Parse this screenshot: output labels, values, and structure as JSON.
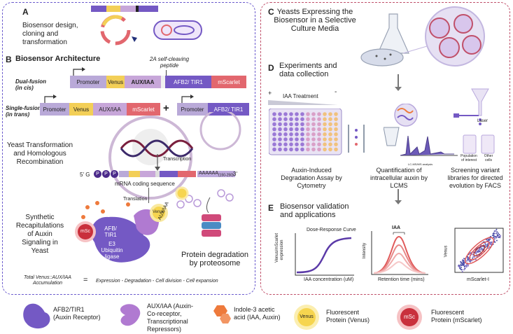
{
  "panel_a": {
    "letter": "A",
    "text": [
      "Biosensor design,",
      "cloning and",
      "transformation"
    ]
  },
  "panel_b": {
    "letter": "B",
    "title": "Biosensor Architecture",
    "peptide_note": [
      "2A self-cleaving",
      "peptide"
    ],
    "dual_label": [
      "Dual-fusion",
      "(in cis)"
    ],
    "single_label": [
      "Single-fusion",
      "(in trans)"
    ],
    "dual_segments": [
      "Promoter",
      "Venus",
      "AUX/IAA",
      "AFB2/ TIR1",
      "mScarlet"
    ],
    "single_segments_left": [
      "Promoter",
      "Venus",
      "AUX/IAA",
      "mScarlet"
    ],
    "plus": "+",
    "single_segments_right": [
      "Promoter",
      "AFB2/ TIR1"
    ],
    "yeast_transformation": [
      "Yeast Transformation",
      "and Homologous",
      "Recombination"
    ],
    "transcription": "Transcription",
    "five_prime": "5' G",
    "ppp": [
      "P",
      "P",
      "P"
    ],
    "poly_a": "AAAAAA",
    "poly_a_sub": "(150-250)",
    "three_prime": "3'",
    "mrna": "mRNA coding sequence",
    "translation": "Translation",
    "venus_tag": "Venus",
    "aux_iaa_tag": "AUX/IAA",
    "afb_label": [
      "AFB/",
      "TIR1"
    ],
    "e3_label": [
      "E3",
      "Ubiquitin",
      "ligase"
    ],
    "msc_tag": "mSc",
    "synthetic": [
      "Synthetic",
      "Recapitulations",
      "of Auxin",
      "Signaling in",
      "Yeast"
    ],
    "protein_degradation": [
      "Protein degradation",
      "by proteosome"
    ],
    "equation_left": [
      "Total Venus::AUX/IAA",
      "Accumulation"
    ],
    "equation_eq": "=",
    "equation_right": "Expression - Degradation - Cell division - Cell expansion"
  },
  "panel_c": {
    "letter": "C",
    "title": [
      "Yeasts  Expressing the",
      "Biosensor in a Selective",
      "Culture Media"
    ]
  },
  "panel_d": {
    "letter": "D",
    "title": [
      "Experiments and",
      "data collection"
    ],
    "plus": "+",
    "iaa_treatment": "IAA Treatment",
    "minus": "-",
    "lcms_small": "LC-MS/MS analysis",
    "laser": "Laser",
    "population": [
      "Population",
      "of interest"
    ],
    "other_cells": [
      "Other",
      "cells"
    ],
    "captions": [
      [
        "Auxin-Induced",
        "Degradation Assay by",
        "Cytometry"
      ],
      [
        "Quantification of",
        "intracellular auxin by",
        "LCMS"
      ],
      [
        "Screening variant",
        "libraries for directed",
        "evolution by FACS"
      ]
    ]
  },
  "panel_e": {
    "letter": "E",
    "title": [
      "Biosensor validation",
      "and applications"
    ],
    "dose_title": "Dose-Response Curve",
    "dose_ylabel": [
      "Venus/mScarlet",
      "expression"
    ],
    "dose_xlabel": "IAA concentration (uM)",
    "lc_peak": "IAA",
    "lc_ylabel": "Intensity",
    "lc_xlabel": "Retention time (mins)",
    "scatter_ylabel": "Venus",
    "scatter_xlabel": "mScarlet-I"
  },
  "legend": [
    {
      "name": "afb2-tir1",
      "lines": [
        "AFB2/TIR1",
        "(Auxin Receptor)"
      ]
    },
    {
      "name": "aux-iaa",
      "lines": [
        "AUX/IAA (Auxin-",
        "Co-receptor,",
        "Transcriptional",
        "Repressors)"
      ]
    },
    {
      "name": "iaa",
      "lines": [
        "Indole-3 acetic",
        "acid (IAA, Auxin)"
      ]
    },
    {
      "name": "venus",
      "tag": "Venus",
      "lines": [
        "Fluorescent",
        "Protein (Venus)"
      ]
    },
    {
      "name": "mscarlet",
      "tag": "mSc",
      "lines": [
        "Fluorescent",
        "Protein (mScarlet)"
      ]
    }
  ],
  "colors": {
    "promoter": "#b9a9d8",
    "venus": "#f3cf57",
    "aux_iaa": "#c7a6d9",
    "afb2": "#7459c4",
    "mscarlet": "#e2676e",
    "panel_left_border": "#6a5acd",
    "panel_right_border": "#c0506a",
    "iaa": "#ee7a3c"
  }
}
